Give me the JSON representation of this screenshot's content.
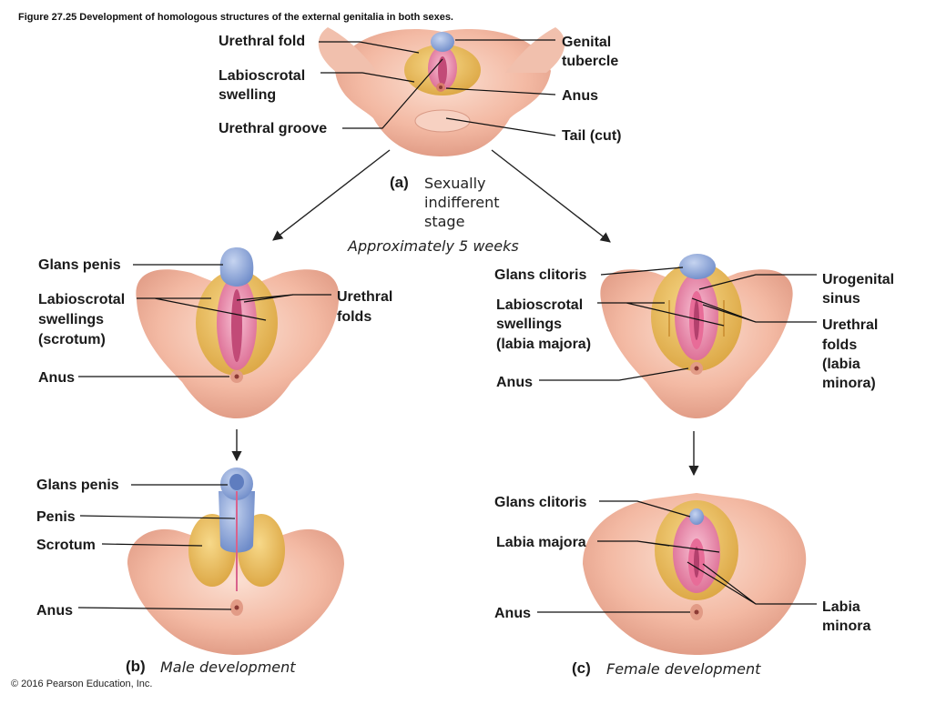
{
  "figure_title": "Figure 27.25 Development of homologous structures of the external genitalia in both sexes.",
  "copyright": "© 2016 Pearson Education, Inc.",
  "panels": {
    "a": {
      "letter": "(a)",
      "caption_lines": [
        "Sexually",
        "indifferent",
        "stage"
      ],
      "subcaption": "Approximately 5 weeks",
      "labels": {
        "urethral_fold": "Urethral fold",
        "labioscrotal_1": "Labioscrotal",
        "labioscrotal_2": "swelling",
        "urethral_groove": "Urethral groove",
        "genital_1": "Genital",
        "genital_2": "tubercle",
        "anus": "Anus",
        "tail": "Tail (cut)"
      }
    },
    "b_upper": {
      "labels": {
        "glans_penis": "Glans penis",
        "labioscrotal_1": "Labioscrotal",
        "labioscrotal_2": "swellings",
        "labioscrotal_3": "(scrotum)",
        "urethral_1": "Urethral",
        "urethral_2": "folds",
        "anus": "Anus"
      }
    },
    "b_lower": {
      "letter": "(b)",
      "caption": "Male development",
      "labels": {
        "glans_penis": "Glans penis",
        "penis": "Penis",
        "scrotum": "Scrotum",
        "anus": "Anus"
      }
    },
    "c_upper": {
      "labels": {
        "glans_clitoris": "Glans clitoris",
        "labioscrotal_1": "Labioscrotal",
        "labioscrotal_2": "swellings",
        "labioscrotal_3": "(labia majora)",
        "anus": "Anus",
        "urogenital_1": "Urogenital",
        "urogenital_2": "sinus",
        "urethral_1": "Urethral",
        "urethral_2": "folds",
        "urethral_3": "(labia",
        "urethral_4": "minora)"
      }
    },
    "c_lower": {
      "letter": "(c)",
      "caption": "Female development",
      "labels": {
        "glans_clitoris": "Glans clitoris",
        "labia_majora": "Labia majora",
        "anus": "Anus",
        "labia_minora_1": "Labia",
        "labia_minora_2": "minora"
      }
    }
  },
  "colors": {
    "skin": "#f3b9a3",
    "skin_light": "#f8d3c3",
    "skin_shadow": "#d98d78",
    "swelling": "#e9b54c",
    "swelling_light": "#f4cf77",
    "fold": "#e67aa0",
    "fold_light": "#f2a6c0",
    "glans": "#8ea9dc",
    "glans_dark": "#5b76b8"
  }
}
